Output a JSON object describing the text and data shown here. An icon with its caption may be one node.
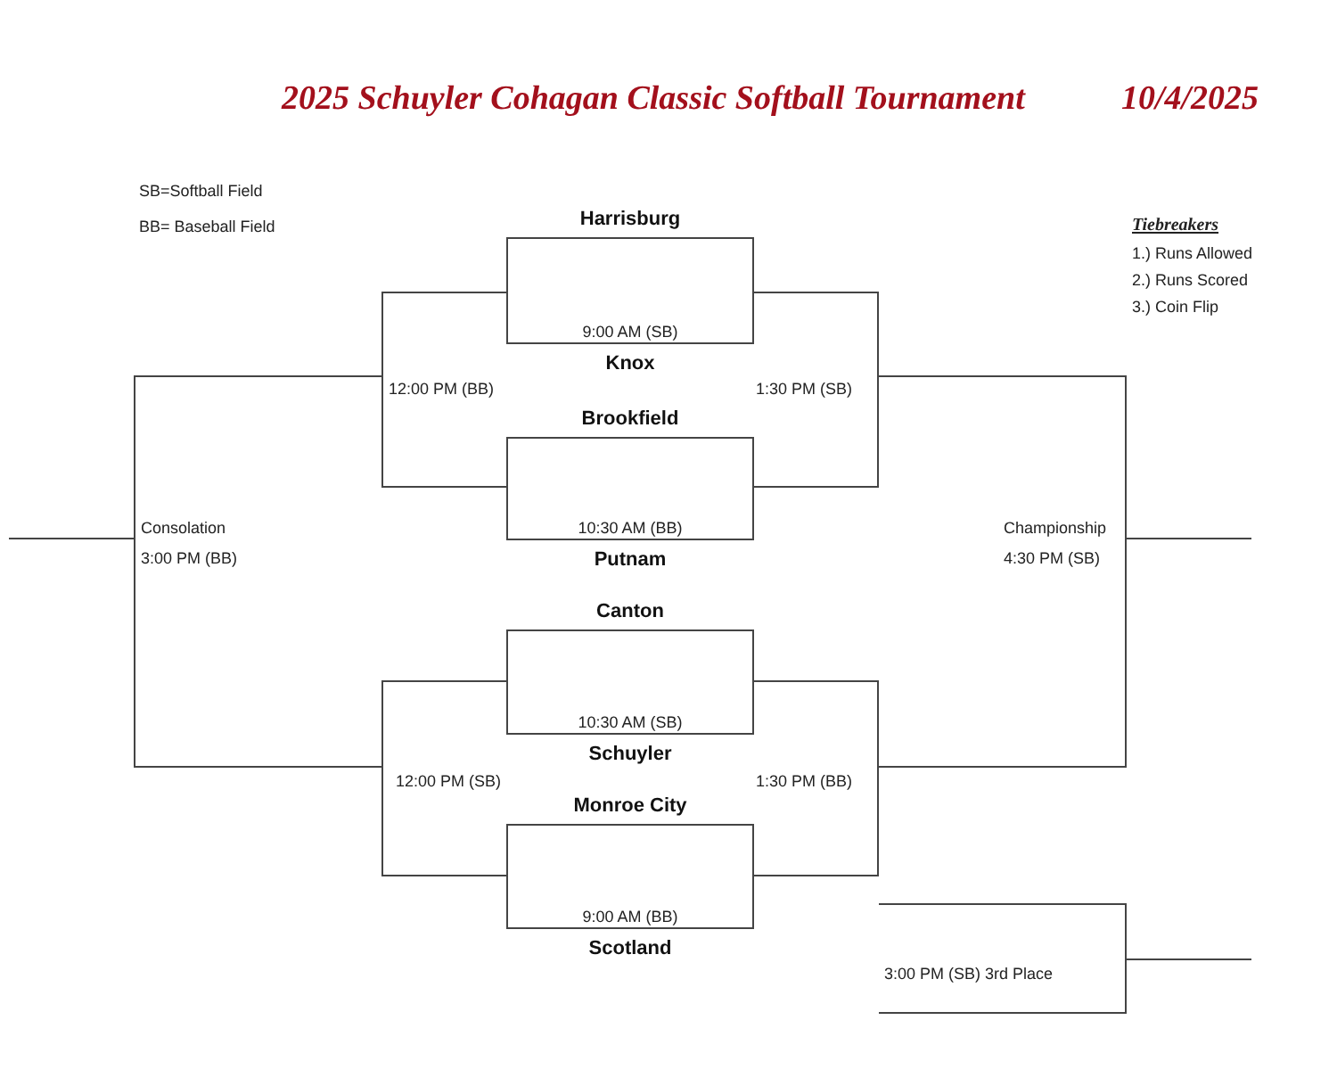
{
  "diagram": {
    "title": "2025 Schuyler Cohagan Classic Softball Tournament",
    "nodes": [
      {
        "text": [
          "Harrisburg",
          "9:00 AM (SB)",
          "Knox"
        ]
      },
      {
        "text": [
          "Brookfield",
          "10:30 AM (BB)",
          "Putnam"
        ]
      },
      {
        "text": [
          "Canton",
          "10:30 AM (SB)",
          "Schuyler"
        ]
      },
      {
        "text": [
          "Monroe City",
          "9:00 AM (BB)",
          "Scotland"
        ]
      },
      {
        "text": [
          "12:00 PM (BB)"
        ]
      },
      {
        "text": [
          "1:30 PM (SB)"
        ]
      },
      {
        "text": [
          "12:00 PM (SB)"
        ]
      },
      {
        "text": [
          "1:30 PM (BB)"
        ]
      },
      {
        "text": [
          "Consolation",
          "3:00 PM (BB)"
        ]
      },
      {
        "text": [
          "Championship",
          "4:30 PM (SB)"
        ]
      },
      {
        "text": [
          "3:00 PM (SB) 3rd Place"
        ]
      }
    ],
    "edges": [
      {
        "from": 0,
        "to": 4,
        "arrow": "none"
      },
      {
        "from": 1,
        "to": 4,
        "arrow": "none"
      },
      {
        "from": 0,
        "to": 5,
        "arrow": "none"
      },
      {
        "from": 1,
        "to": 5,
        "arrow": "none"
      },
      {
        "from": 2,
        "to": 6,
        "arrow": "none"
      },
      {
        "from": 3,
        "to": 6,
        "arrow": "none"
      },
      {
        "from": 2,
        "to": 7,
        "arrow": "none"
      },
      {
        "from": 3,
        "to": 7,
        "arrow": "none"
      },
      {
        "from": 4,
        "to": 8,
        "arrow": "none"
      },
      {
        "from": 6,
        "to": 8,
        "arrow": "none"
      },
      {
        "from": 5,
        "to": 9,
        "arrow": "none"
      },
      {
        "from": 7,
        "to": 9,
        "arrow": "none"
      },
      {
        "from": 8,
        "to": null,
        "arrow": "none"
      },
      {
        "from": 9,
        "to": null,
        "arrow": "none"
      },
      {
        "from": null,
        "to": 10,
        "arrow": "none"
      },
      {
        "from": null,
        "to": 10,
        "arrow": "none"
      },
      {
        "from": 10,
        "to": null,
        "arrow": "none"
      }
    ],
    "labels": [
      "10/4/2025",
      "SB=Softball Field",
      "BB= Baseball Field",
      "Tiebreakers",
      "1.) Runs Allowed",
      "2.) Runs Scored",
      "3.) Coin Flip"
    ]
  }
}
